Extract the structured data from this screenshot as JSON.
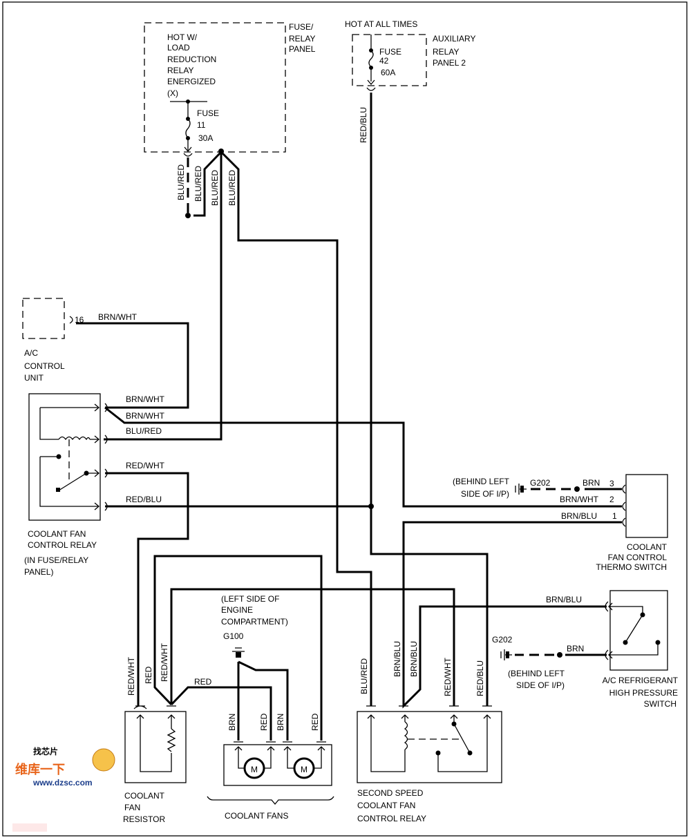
{
  "fuse_relay_panel": {
    "title": [
      "FUSE/",
      "RELAY",
      "PANEL"
    ],
    "hot_label": [
      "HOT W/",
      "LOAD",
      "REDUCTION",
      "RELAY",
      "ENERGIZED",
      "(X)"
    ],
    "fuse": [
      "FUSE",
      "11",
      "30A"
    ]
  },
  "aux_panel": {
    "hot_label": "HOT AT ALL TIMES",
    "title": [
      "AUXILIARY",
      "RELAY",
      "PANEL 2"
    ],
    "fuse": [
      "FUSE",
      "42",
      "60A"
    ]
  },
  "ac_control_unit": {
    "title": [
      "A/C",
      "CONTROL",
      "UNIT"
    ],
    "pin": "16"
  },
  "coolant_fan_control_relay": {
    "title": [
      "COOLANT FAN",
      "CONTROL RELAY"
    ],
    "note": [
      "(IN FUSE/RELAY",
      "PANEL)"
    ]
  },
  "thermo_switch": {
    "title": [
      "COOLANT",
      "FAN CONTROL",
      "THERMO SWITCH"
    ],
    "pins": [
      "3",
      "2",
      "1"
    ]
  },
  "ground_g202_a": {
    "id": "G202",
    "note": [
      "(BEHIND LEFT",
      "SIDE OF I/P)"
    ]
  },
  "ground_g202_b": {
    "id": "G202",
    "note": [
      "(BEHIND LEFT",
      "SIDE OF I/P)"
    ]
  },
  "ground_g100": {
    "id": "G100",
    "note": [
      "(LEFT SIDE OF",
      "ENGINE",
      "COMPARTMENT)"
    ]
  },
  "ac_pressure_switch": {
    "title": [
      "A/C REFRIGERANT",
      "HIGH PRESSURE",
      "SWITCH"
    ]
  },
  "coolant_fan_resistor": {
    "title": [
      "COOLANT",
      "FAN",
      "RESISTOR"
    ]
  },
  "coolant_fans": {
    "title": "COOLANT FANS",
    "motor": "M"
  },
  "second_speed_relay": {
    "title": [
      "SECOND SPEED",
      "COOLANT FAN",
      "CONTROL RELAY"
    ]
  },
  "wires": {
    "blu_red": "BLU/RED",
    "red_blu": "RED/BLU",
    "brn_wht": "BRN/WHT",
    "red_wht": "RED/WHT",
    "brn_blu": "BRN/BLU",
    "brn": "BRN",
    "red": "RED"
  },
  "watermark": {
    "text": "维库一下",
    "url": "www.dzsc.com",
    "badge": "找芯片"
  }
}
